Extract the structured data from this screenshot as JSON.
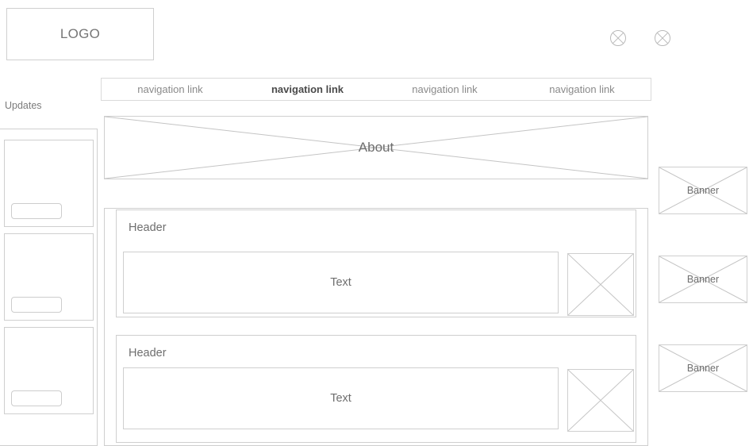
{
  "page": {
    "kind": "wireframe-mockup",
    "background_color": "#ffffff",
    "line_color": "#cfcfcf",
    "text_color": "#7b7b7b"
  },
  "header": {
    "logo_label": "LOGO",
    "icons": [
      {
        "name": "image-placeholder-circle-icon"
      },
      {
        "name": "image-placeholder-circle-icon"
      }
    ]
  },
  "nav": {
    "links": [
      {
        "label": "navigation link",
        "active": false
      },
      {
        "label": "navigation link",
        "active": true
      },
      {
        "label": "navigation link",
        "active": false
      },
      {
        "label": "navigation link",
        "active": false
      }
    ]
  },
  "sidebar": {
    "title": "Updates",
    "cards": [
      {
        "button_label": ""
      },
      {
        "button_label": ""
      },
      {
        "button_label": ""
      }
    ]
  },
  "hero": {
    "label": "About"
  },
  "content": {
    "blocks": [
      {
        "header": "Header",
        "text": "Text",
        "image_name": "image-placeholder"
      },
      {
        "header": "Header",
        "text": "Text",
        "image_name": "image-placeholder"
      }
    ]
  },
  "banners": [
    {
      "label": "Banner"
    },
    {
      "label": "Banner"
    },
    {
      "label": "Banner"
    }
  ]
}
